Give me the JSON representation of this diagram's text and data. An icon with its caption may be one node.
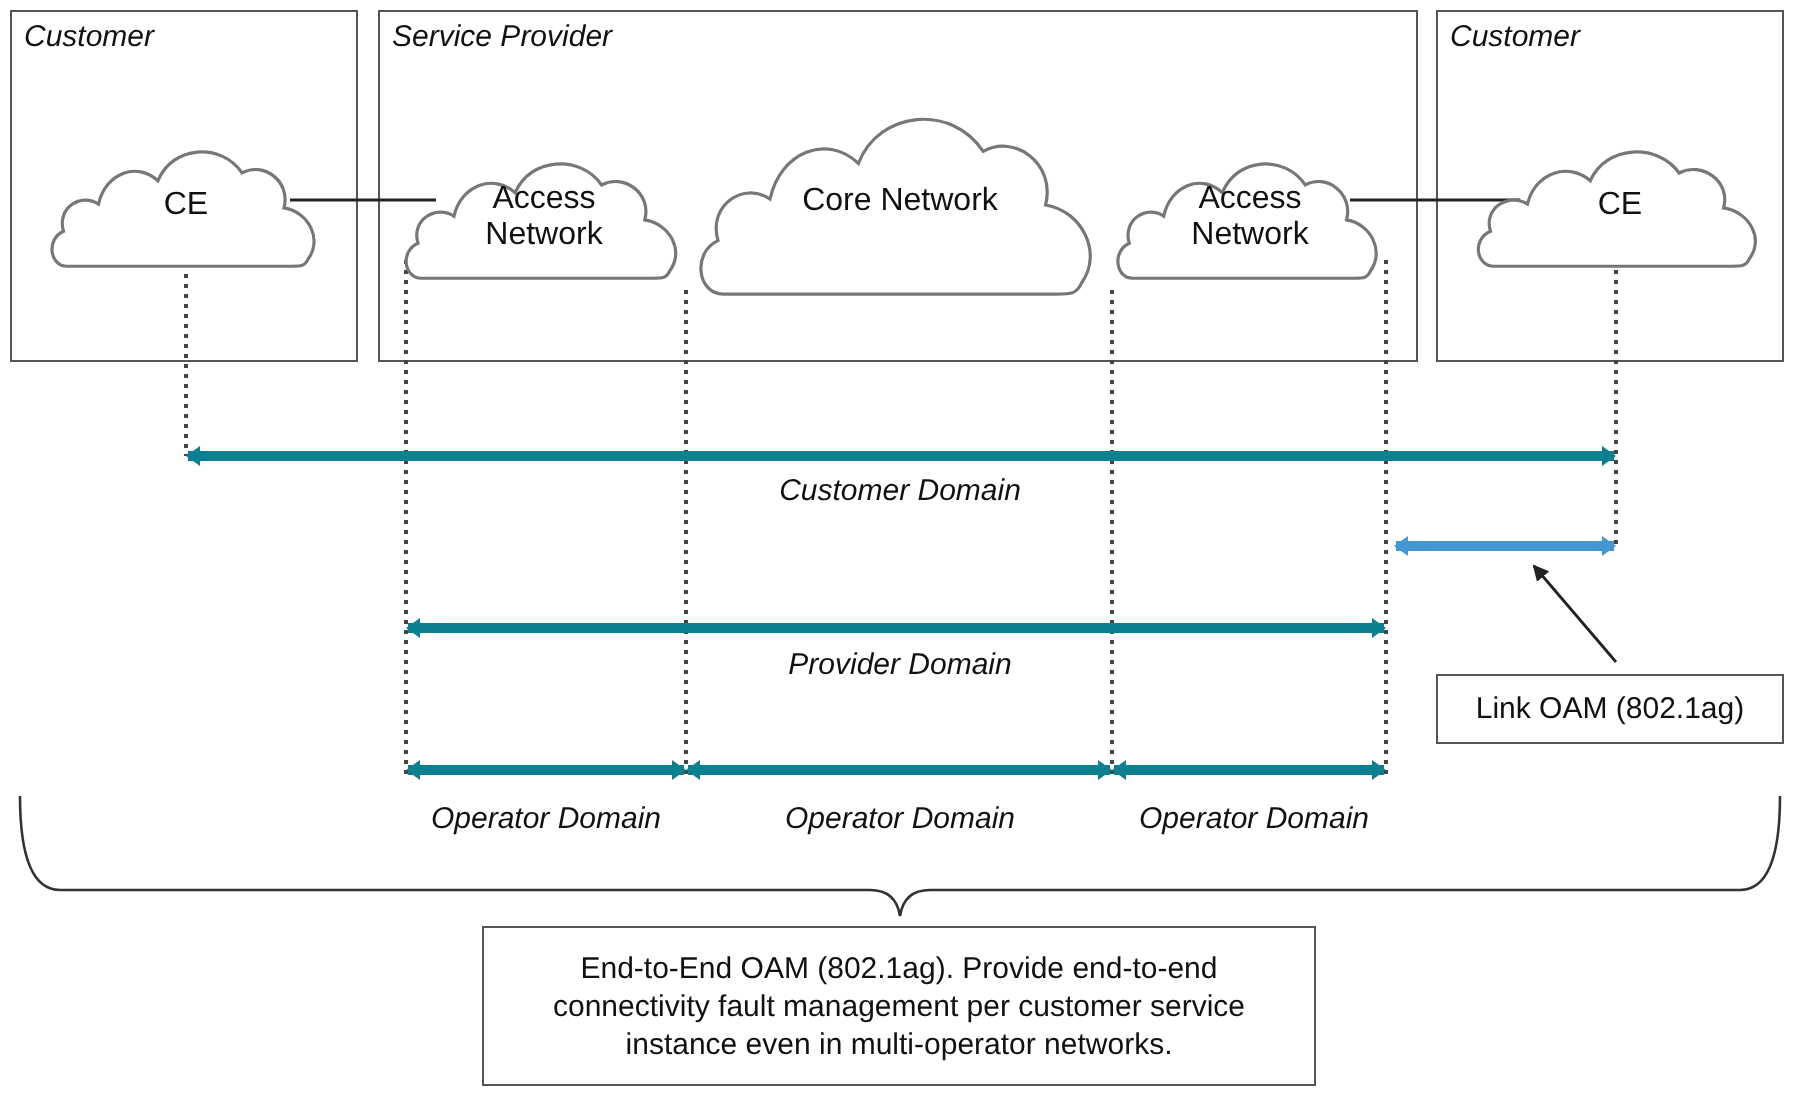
{
  "diagram": {
    "nodes": [
      {
        "text": [
          "Customer"
        ]
      },
      {
        "text": [
          "CE"
        ],
        "in": 0
      },
      {
        "text": [
          "Service Provider"
        ]
      },
      {
        "text": [
          "Access Network"
        ],
        "in": 2
      },
      {
        "text": [
          "Core Network"
        ],
        "in": 2
      },
      {
        "text": [
          "Access Network"
        ],
        "in": 2
      },
      {
        "text": [
          "Customer"
        ]
      },
      {
        "text": [
          "CE"
        ],
        "in": 6
      },
      {
        "text": [
          "Link OAM (802.1ag)"
        ]
      },
      {
        "text": [
          "End-to-End OAM (802.1ag). Provide end-to-end connectivity fault management per customer service instance even in multi-operator networks."
        ]
      }
    ],
    "edges": [
      {
        "from": 1,
        "to": 3,
        "arrow": "none"
      },
      {
        "from": 5,
        "to": 7,
        "arrow": "none"
      },
      {
        "from": 8,
        "to": null,
        "arrow": "to"
      }
    ],
    "labels": [
      "Customer Domain",
      "Provider Domain",
      "Operator Domain",
      "Operator Domain",
      "Operator Domain"
    ]
  }
}
